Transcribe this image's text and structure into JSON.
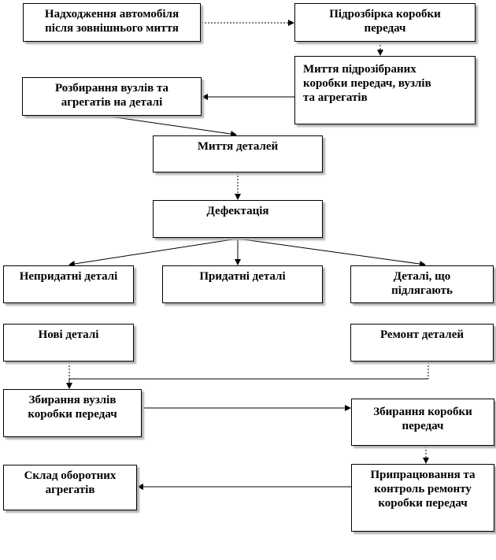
{
  "nodes": {
    "arrival": "Надходження автомобіля\nпісля зовнішнього миття",
    "partial_disassembly": "Підрозбірка коробки\nпередач",
    "washing_assemblies": "Миття підрозібраних\nкоробки передач, вузлів\nта агрегатів",
    "disassembly_units": "Розбирання вузлів та\nагрегатів на деталі",
    "washing_parts": "Миття деталей",
    "defect_detection": "Дефектація",
    "unusable_parts": "Непридатні деталі",
    "usable_parts": "Придатні деталі",
    "repairable_parts": "Деталі, що\nпідлягають",
    "new_parts": "Нові деталі",
    "parts_repair": "Ремонт деталей",
    "unit_assembly": "Збирання вузлів\nкоробки передач",
    "gearbox_assembly": "Збирання коробки\nпередач",
    "circulating_stock": "Склад оборотних\nагрегатів",
    "running_in": "Припрацювання та\nконтроль ремонту\nкоробки передач"
  }
}
